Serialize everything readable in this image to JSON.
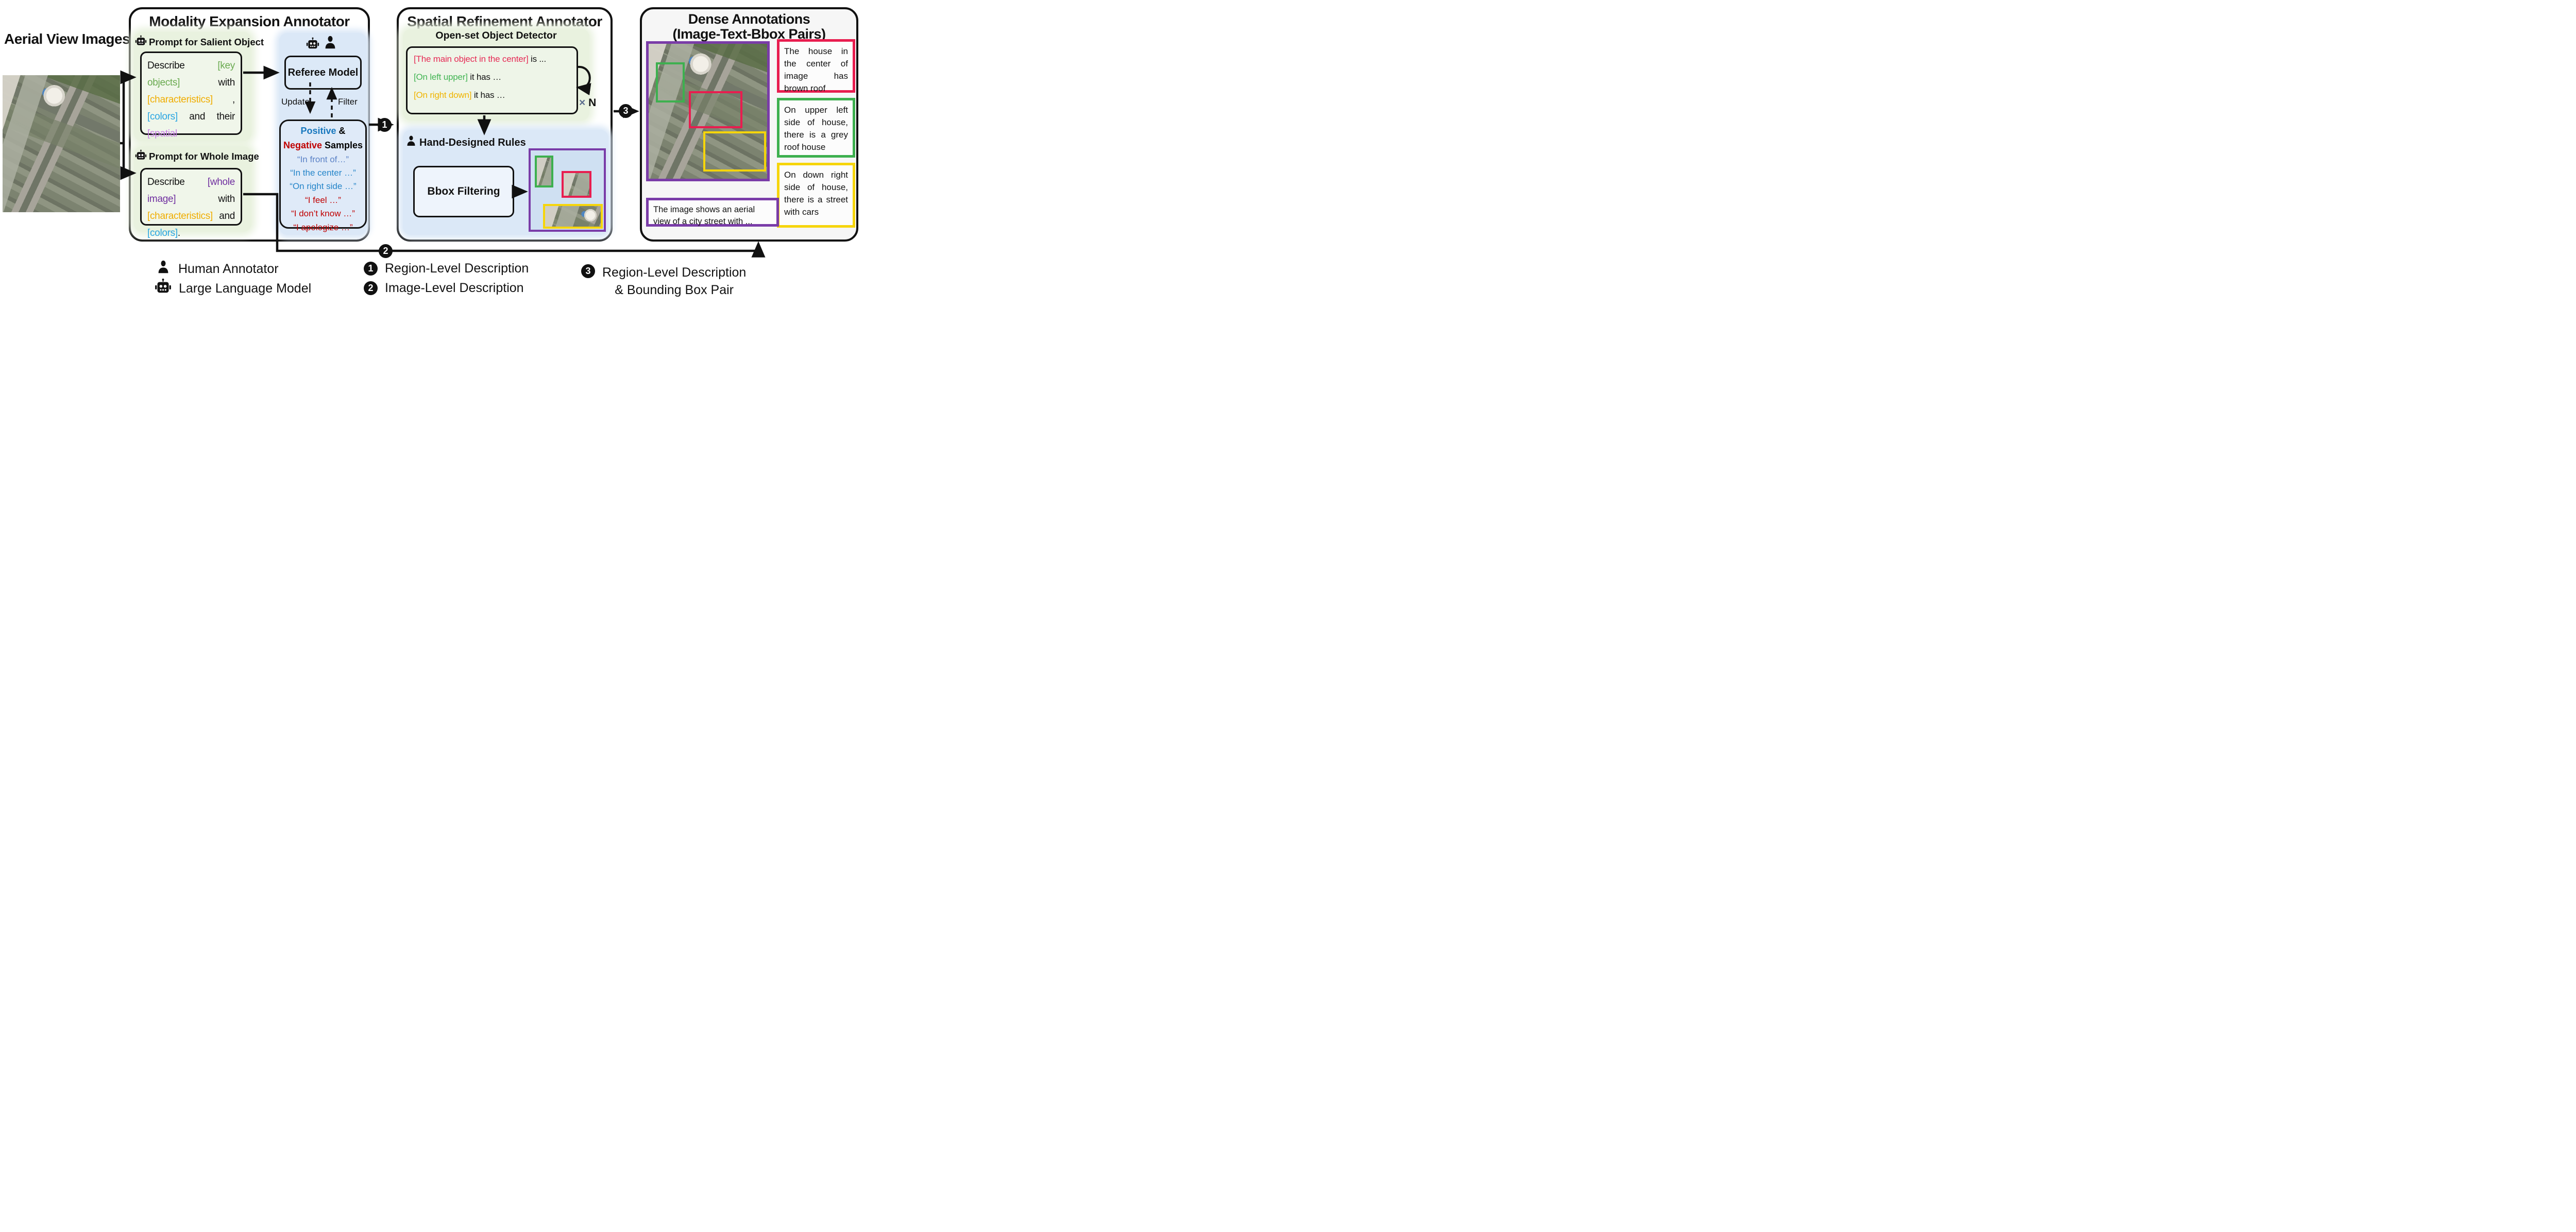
{
  "aerial_label": "Aerial View Images",
  "modality": {
    "title": "Modality Expansion Annotator",
    "salient_header": "Prompt for Salient Object",
    "whole_header": "Prompt for Whole Image",
    "salient_prompt": {
      "describe": "Describe ",
      "key_objects": "[key objects]",
      "with": " with ",
      "characteristics": "[characteristics]",
      "comma": " , ",
      "colors": "[colors]",
      "and_their": " and their ",
      "spatial": "[spatial relationships]",
      "period": "."
    },
    "whole_prompt": {
      "describe": "Describe ",
      "whole_image": "[whole image]",
      "with": " with ",
      "characteristics": "[characteristics]",
      "and": " and ",
      "colors": "[colors]",
      "period": "."
    },
    "referee_label": "Referee Model",
    "update_label": "Update",
    "filter_label": "Filter",
    "samples": {
      "positive": "Positive",
      "amp": " &",
      "negative": "Negative",
      "samples_word": " Samples",
      "item1": "“In front of…”",
      "item2": "“In the center …”",
      "item3": "“On right side …”",
      "item4": "“I feel …”",
      "item5": "“I don’t know …”",
      "item6": "“I apologize …”"
    }
  },
  "spatial": {
    "title": "Spatial Refinement Annotator",
    "detector_header": "Open-set Object Detector",
    "detector": {
      "l1_bracket": "[The main object in the center]",
      "l1_rest": " is ...",
      "l2_bracket": "[On left upper]",
      "l2_rest": " it has …",
      "l3_bracket": "[On right down]",
      "l3_rest": " it has …"
    },
    "loop_x": "×",
    "loop_n": " N",
    "rules_header": "Hand-Designed Rules",
    "bbox_filtering": "Bbox Filtering"
  },
  "dense": {
    "title_line1": "Dense Annotations",
    "title_line2": "(Image-Text-Bbox Pairs)",
    "red_caption": "The house in the center of image has brown roof",
    "green_caption": "On upper left side of house, there is a grey roof house",
    "yellow_caption": "On down right side of house, there is a street with cars",
    "purple_caption": "The image shows an aerial view of a city street with ..."
  },
  "badges": {
    "n1": "1",
    "n2": "2",
    "n3": "3"
  },
  "legend": {
    "human": "Human Annotator",
    "llm": "Large Language Model",
    "b1_text": "Region-Level Description",
    "b2_text": "Image-Level Description",
    "b3_line1": "Region-Level Description",
    "b3_line2": "& Bounding Box Pair"
  },
  "colors": {
    "key_objects": "#6aaa50",
    "characteristics": "#f0ad00",
    "colors_word": "#29a5e2",
    "spatial_relationships": "#c77ce6",
    "whole_image": "#7030a0",
    "main_object": "#e62a55",
    "on_left_upper": "#43b554",
    "on_right_down": "#f0b400",
    "positive": "#1878be",
    "negative": "#c00000",
    "bbox_red": "#e81d4f",
    "bbox_green": "#3db04f",
    "bbox_yellow": "#f6d50a",
    "bbox_purple": "#7a3ca8",
    "region_green": "#e9f2df",
    "region_blue": "#dbe8f7"
  }
}
